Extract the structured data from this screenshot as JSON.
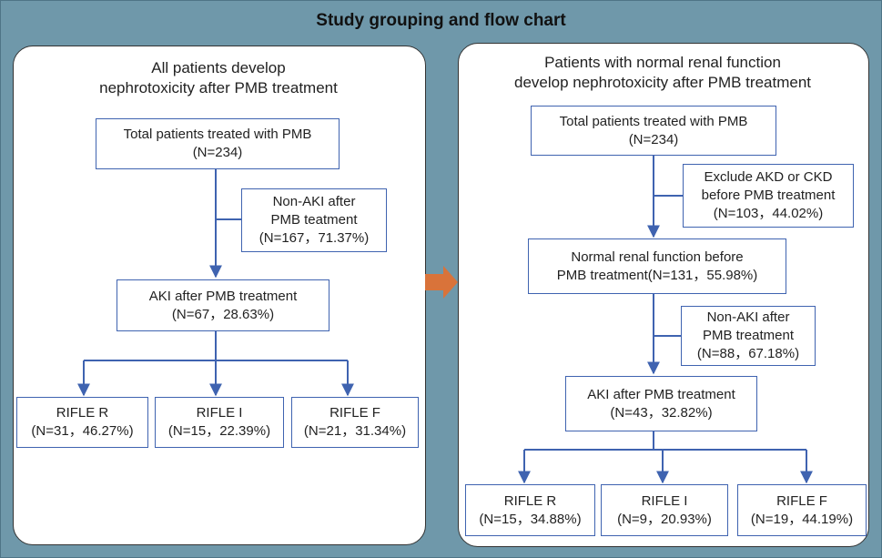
{
  "title": "Study grouping and flow chart",
  "left_panel": {
    "heading": [
      "All patients develop",
      "nephrotoxicity after PMB treatment"
    ],
    "total": [
      "Total patients treated with PMB",
      "(N=234)"
    ],
    "non_aki": [
      "Non-AKI after",
      "PMB teatment",
      "(N=167，71.37%)"
    ],
    "aki": [
      "AKI after PMB treatment",
      "(N=67，28.63%)"
    ],
    "rifle_r": [
      "RIFLE R",
      "(N=31，46.27%)"
    ],
    "rifle_i": [
      "RIFLE I",
      "(N=15，22.39%)"
    ],
    "rifle_f": [
      "RIFLE F",
      "(N=21，31.34%)"
    ]
  },
  "right_panel": {
    "heading": [
      "Patients with normal renal function",
      "develop nephrotoxicity after PMB treatment"
    ],
    "total": [
      "Total patients treated with PMB",
      "(N=234)"
    ],
    "exclude": [
      "Exclude AKD or CKD",
      "before PMB treatment",
      "(N=103，44.02%)"
    ],
    "normal": [
      "Normal renal function before",
      "PMB treatment(N=131，55.98%)"
    ],
    "non_aki": [
      "Non-AKI after",
      "PMB treatment",
      "(N=88，67.18%)"
    ],
    "aki": [
      "AKI after PMB treatment",
      "(N=43，32.82%)"
    ],
    "rifle_r": [
      "RIFLE R",
      "(N=15，34.88%)"
    ],
    "rifle_i": [
      "RIFLE I",
      "(N=9，20.93%)"
    ],
    "rifle_f": [
      "RIFLE F",
      "(N=19，44.19%)"
    ]
  },
  "colors": {
    "background": "#6f98aa",
    "box_border": "#3f63b0",
    "arrow": "#3f63b0",
    "transition_arrow": "#d9733a"
  }
}
